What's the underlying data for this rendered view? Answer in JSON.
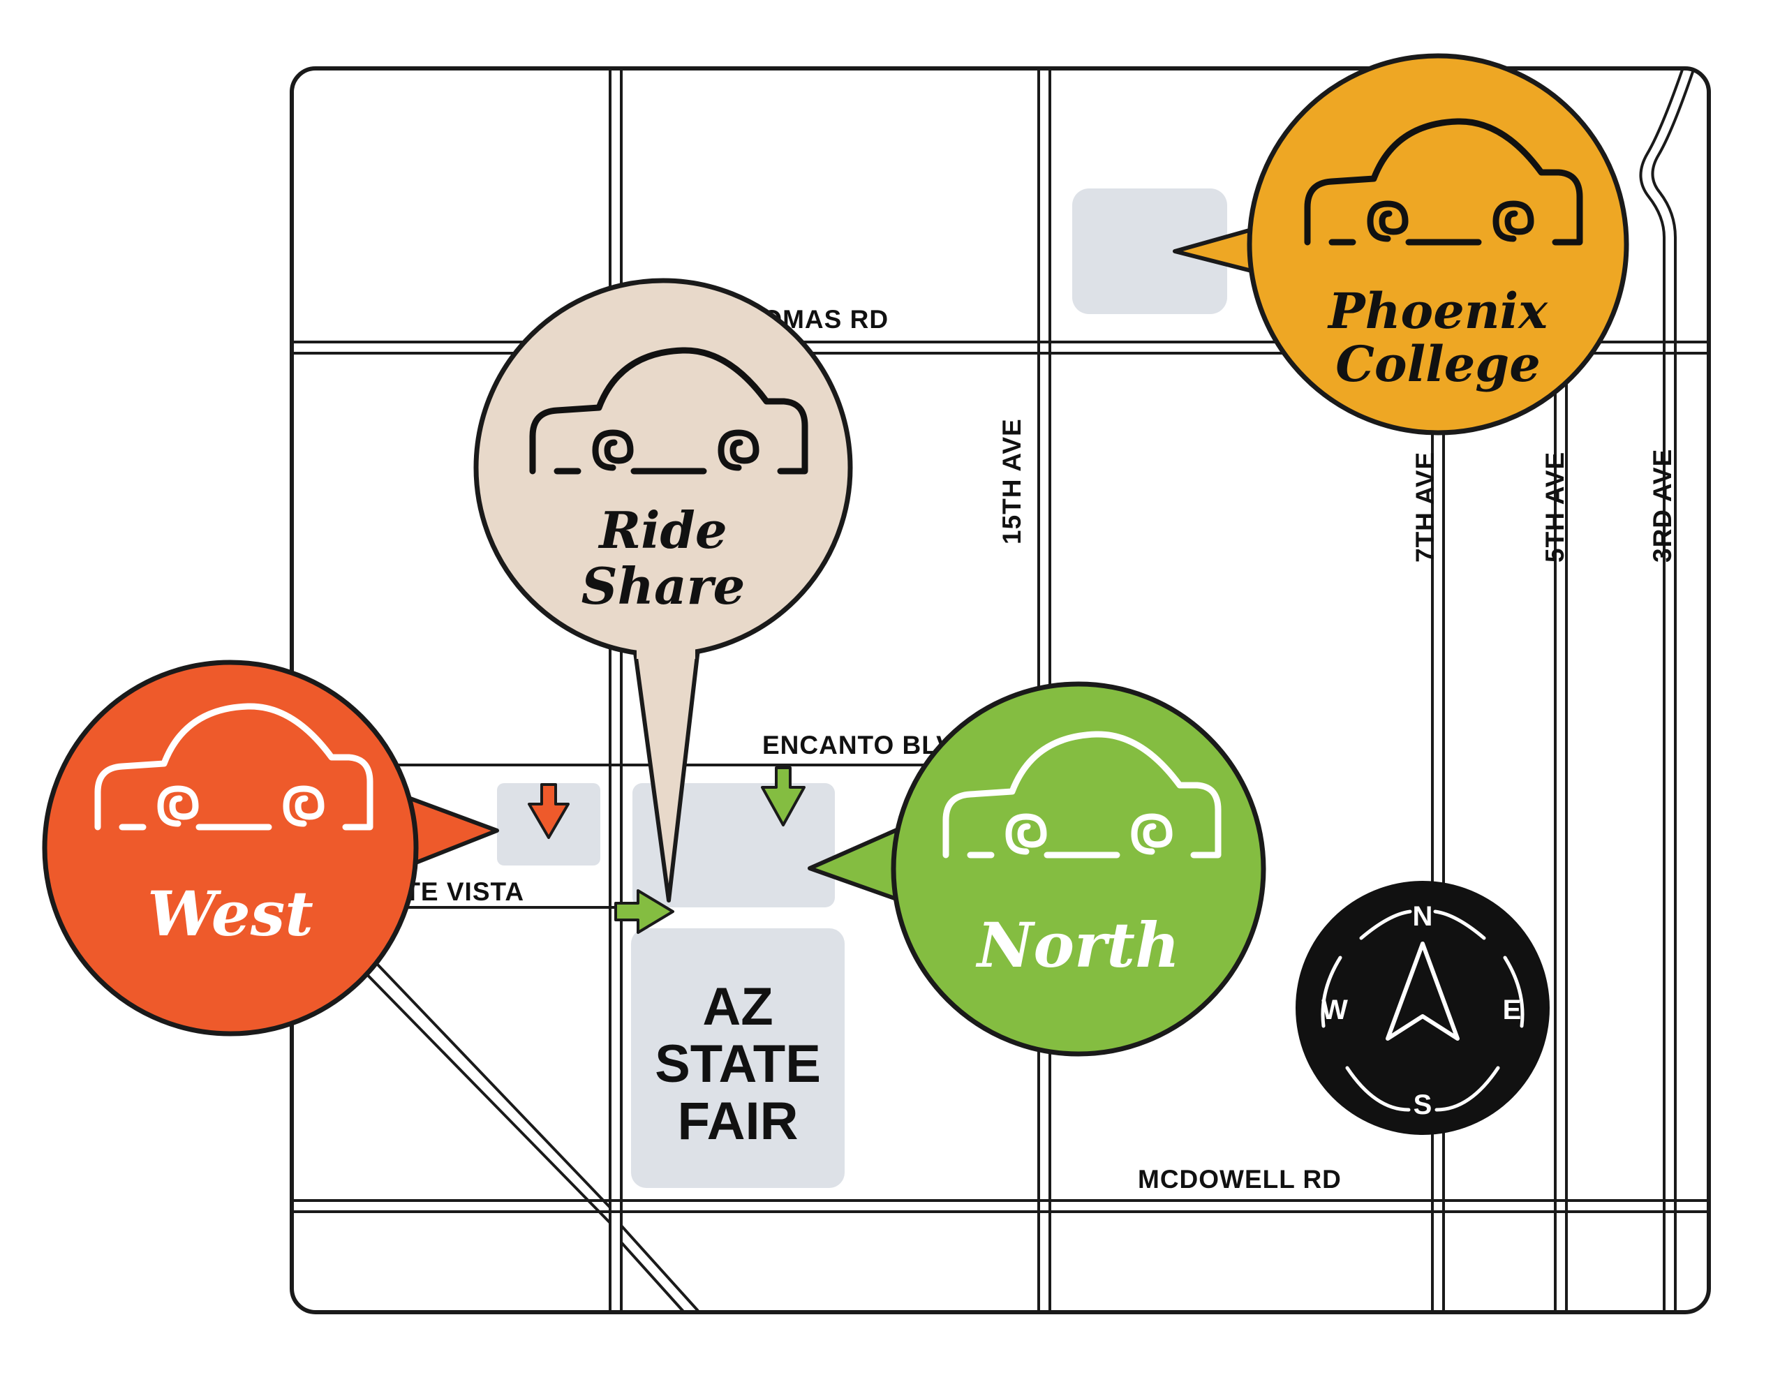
{
  "map": {
    "roads": {
      "thomas": "THOMAS RD",
      "encanto": "ENCANTO BLVD",
      "monte_vista": "MONTE VISTA",
      "mcdowell": "MCDOWELL RD",
      "ave_15th": "15TH AVE",
      "ave_7th": "7TH AVE",
      "ave_5th": "5TH AVE",
      "ave_3rd": "3RD AVE"
    },
    "venue": {
      "line1": "AZ",
      "line2": "STATE",
      "line3": "FAIR"
    }
  },
  "parking": [
    {
      "id": "phoenix-college",
      "line1": "Phoenix",
      "line2": "College",
      "color": "#EEA724",
      "text_color": "#111111",
      "icon": "car-icon"
    },
    {
      "id": "ride-share",
      "line1": "Ride",
      "line2": "Share",
      "color": "#E8D9CA",
      "text_color": "#111111",
      "icon": "car-icon"
    },
    {
      "id": "west",
      "line1": "West",
      "color": "#EE5A2B",
      "text_color": "#ffffff",
      "icon": "car-icon"
    },
    {
      "id": "north",
      "line1": "North",
      "color": "#84BD41",
      "text_color": "#ffffff",
      "icon": "car-icon"
    }
  ],
  "compass": {
    "n": "N",
    "s": "S",
    "e": "E",
    "w": "W",
    "icon": "compass-needle-icon"
  },
  "colors": {
    "lot": "#DDE1E7",
    "road_outline": "#1a1a1a",
    "west_arrow": "#EE5A2B",
    "north_arrow": "#84BD41"
  }
}
